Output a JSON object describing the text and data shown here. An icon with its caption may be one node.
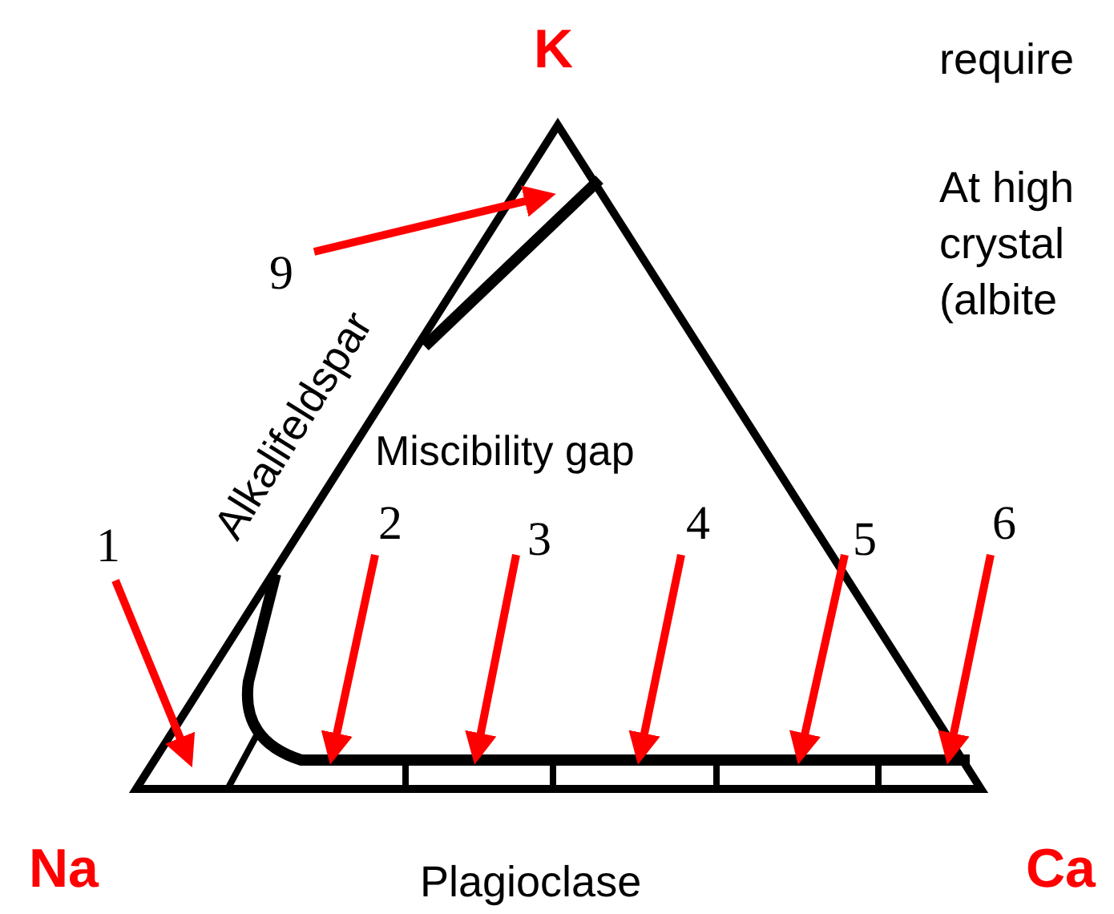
{
  "diagram": {
    "nodes": [
      {
        "text": [
          "9"
        ]
      },
      {
        "text": [
          "1"
        ]
      },
      {
        "text": [
          "2"
        ]
      },
      {
        "text": [
          "3"
        ]
      },
      {
        "text": [
          "4"
        ]
      },
      {
        "text": [
          "5"
        ]
      },
      {
        "text": [
          "6"
        ]
      }
    ],
    "edges": [
      {
        "from": 0,
        "to": null,
        "arrow": "to"
      },
      {
        "from": 1,
        "to": null,
        "arrow": "to"
      },
      {
        "from": 2,
        "to": null,
        "arrow": "to"
      },
      {
        "from": 3,
        "to": null,
        "arrow": "to"
      },
      {
        "from": 4,
        "to": null,
        "arrow": "to"
      },
      {
        "from": 5,
        "to": null,
        "arrow": "to"
      },
      {
        "from": 6,
        "to": null,
        "arrow": "to"
      }
    ],
    "labels": [
      "K",
      "require",
      "At high",
      "crystal",
      "(albite",
      "Alkalifeldspar",
      "Miscibility gap",
      "Na",
      "Plagioclase",
      "Ca"
    ]
  }
}
